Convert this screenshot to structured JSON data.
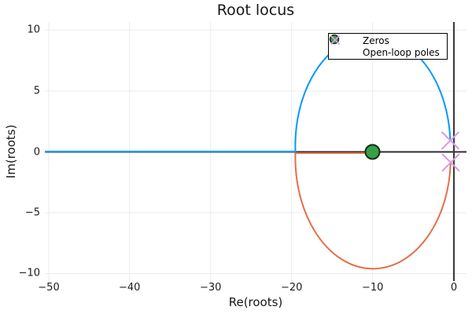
{
  "title": "Root locus",
  "axes": {
    "xlabel": "Re(roots)",
    "ylabel": "Im(roots)",
    "xtick_labels": [
      "−50",
      "−40",
      "−30",
      "−20",
      "−10",
      "0"
    ],
    "ytick_labels": [
      "10",
      "5",
      "0",
      "−5",
      "−10"
    ]
  },
  "legend": {
    "items": [
      {
        "label": "Zeros",
        "marker": "filled-circle",
        "color": "#36a048"
      },
      {
        "label": "Open-loop poles",
        "marker": "x-cross",
        "color": "#dc9be2"
      }
    ]
  },
  "colors": {
    "branch1_blue": "#009af9",
    "branch2_orange": "#e36f47",
    "zero_green_fill": "#36a048",
    "zero_green_stroke": "#0c2e12",
    "pole_plum": "#dc9be2",
    "origin_axes": "#3d3d3d",
    "gridline": "#ebebeb",
    "background": "#ffffff"
  },
  "chart_data": {
    "type": "line",
    "title": "Root locus",
    "xlabel": "Re(roots)",
    "ylabel": "Im(roots)",
    "xlim": [
      -50.5,
      1.6
    ],
    "ylim": [
      -10.6,
      10.6
    ],
    "xticks": [
      -50,
      -40,
      -30,
      -20,
      -10,
      0
    ],
    "yticks": [
      -10,
      -5,
      0,
      5,
      10
    ],
    "grid": true,
    "frame": "origin-axes (dark x and y zero lines, no outer frame)",
    "legend_position": "top-right-inside",
    "series": [
      {
        "name": "locus-branch-1",
        "color": "#009af9",
        "shape": "real-axis segment from (-50.5, 0) to breakaway (-19.5, 0), then upper semicircle of circle centered (-10, 0) radius ~9.5 ending at pole (-0.5, 0.9)"
      },
      {
        "name": "locus-branch-2",
        "color": "#e36f47",
        "shape": "real-axis segment from (-19.5, 0) to zero (-10, 0), plus lower semicircle of circle centered (-10, 0) radius ~9.5 from (-19.5, 0) to pole (-0.5, -0.9)"
      }
    ],
    "zeros": {
      "label": "Zeros",
      "marker": "circle",
      "color": "#36a048",
      "points": [
        [
          -10,
          0
        ]
      ]
    },
    "open_loop_poles": {
      "label": "Open-loop poles",
      "marker": "x",
      "color": "#dc9be2",
      "points": [
        [
          -0.5,
          0.9
        ],
        [
          -0.5,
          -0.9
        ]
      ]
    }
  }
}
